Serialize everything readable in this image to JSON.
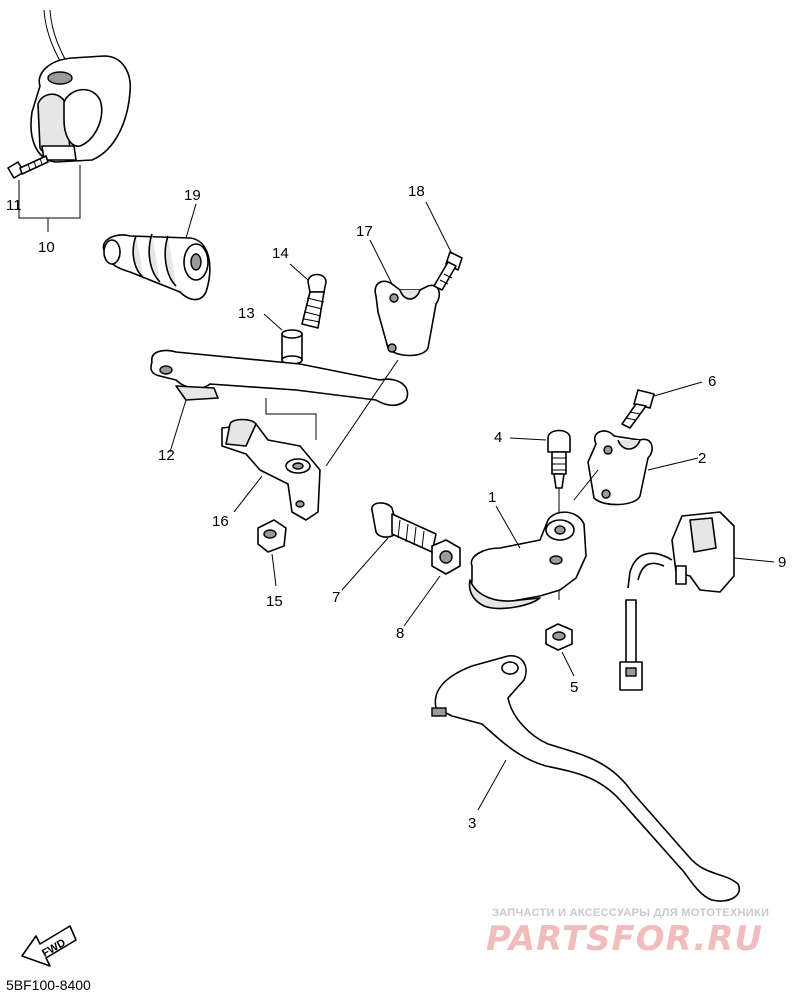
{
  "diagram": {
    "callouts": [
      "1",
      "2",
      "3",
      "4",
      "5",
      "6",
      "7",
      "8",
      "9",
      "10",
      "11",
      "12",
      "13",
      "14",
      "15",
      "16",
      "17",
      "18",
      "19"
    ],
    "drawing_code": "5BF100-8400",
    "direction_marker": "FWD",
    "watermark": {
      "tagline": "ЗАПЧАСТИ И АКСЕССУАРЫ ДЛЯ МОТОТЕХНИКИ",
      "brand": "PARTSFOR.RU"
    },
    "colors": {
      "line": "#000000",
      "watermark_brand": "#f1bcbc",
      "watermark_tagline": "#c9c9c9"
    }
  }
}
